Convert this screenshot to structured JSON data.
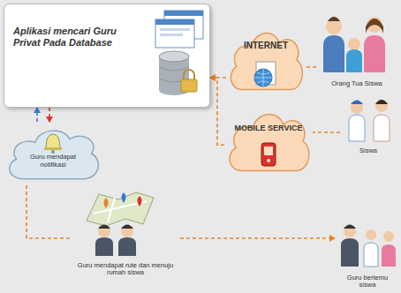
{
  "diagram": {
    "nodes": [
      {
        "text": [
          "Aplikasi mencari Guru Privat Pada Database"
        ]
      },
      {
        "text": [
          "INTERNET"
        ]
      },
      {
        "text": [
          "Orang Tua Siswa"
        ]
      },
      {
        "text": [
          "Siswa"
        ]
      },
      {
        "text": [
          "MOBILE SERVICE"
        ]
      },
      {
        "text": [
          "Guru mendapat notifikasi"
        ]
      },
      {
        "text": [
          "Guru mendapat rute dan menuju rumah siswa"
        ]
      },
      {
        "text": [
          "Guru bertemu siswa"
        ]
      }
    ],
    "edges": [
      {
        "from": 1,
        "to": 0,
        "arrow": "to"
      },
      {
        "from": 4,
        "to": 0,
        "arrow": "to"
      },
      {
        "from": 2,
        "to": 1,
        "arrow": "none"
      },
      {
        "from": 3,
        "to": 4,
        "arrow": "none"
      },
      {
        "from": 5,
        "to": 0,
        "arrow": "to"
      },
      {
        "from": 0,
        "to": 5,
        "arrow": "to"
      },
      {
        "from": 5,
        "to": 6,
        "arrow": "none"
      },
      {
        "from": 6,
        "to": 7,
        "arrow": "to"
      }
    ]
  }
}
